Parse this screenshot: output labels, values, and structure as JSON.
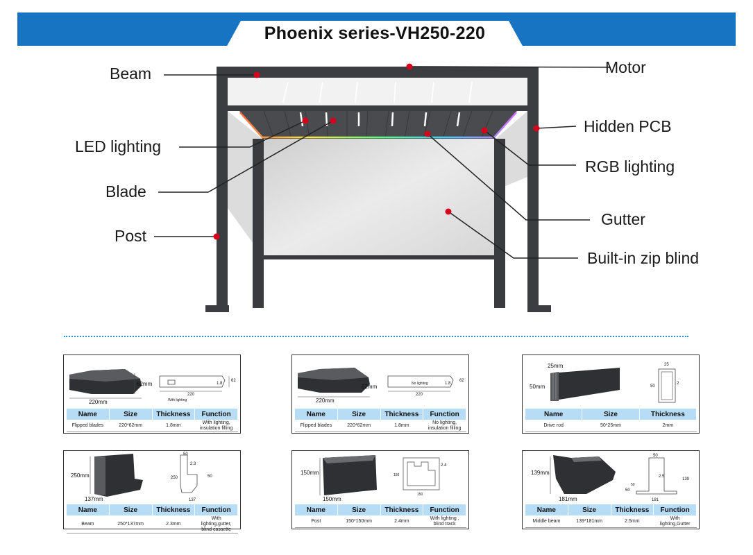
{
  "title": "Phoenix series-VH250-220",
  "callouts": {
    "beam": "Beam",
    "motor": "Motor",
    "led": "LED lighting",
    "pcb": "Hidden PCB",
    "rgb": "RGB lighting",
    "blade": "Blade",
    "gutter": "Gutter",
    "post": "Post",
    "blind": "Built-in zip blind"
  },
  "colors": {
    "banner": "#1774c2",
    "table_header": "#b7dcf6",
    "frame": "#3c3d40",
    "marker": "#d6001c"
  },
  "cards": [
    {
      "headers": [
        "Name",
        "Size",
        "Thickness",
        "Function"
      ],
      "row": [
        "Flipped blades",
        "220*62mm",
        "1.8mm",
        "With lighting,\ninsulation filling"
      ],
      "dims": {
        "width": "220mm",
        "height": "62mm",
        "section_w": "220",
        "section_h": "62",
        "thk": "1.8"
      },
      "note": "With lighting"
    },
    {
      "headers": [
        "Name",
        "Size",
        "Thickness",
        "Function"
      ],
      "row": [
        "Flipped blades",
        "220*62mm",
        "1.8mm",
        "No lighting,\ninsulation filling"
      ],
      "dims": {
        "width": "220mm",
        "height": "62mm",
        "section_w": "220",
        "section_h": "62",
        "thk": "1.8"
      },
      "note": "No lighting"
    },
    {
      "headers": [
        "Name",
        "Size",
        "Thickness"
      ],
      "row": [
        "Drive rod",
        "50*25mm",
        "2mm"
      ],
      "dims": {
        "width": "25mm",
        "height": "50mm",
        "section_w": "25",
        "section_h": "50",
        "thk": "2"
      }
    },
    {
      "headers": [
        "Name",
        "Size",
        "Thickness",
        "Function"
      ],
      "row": [
        "Beam",
        "250*137mm",
        "2.3mm",
        "With lighting,gutter,\nblind cassette"
      ],
      "dims": {
        "width": "137mm",
        "height": "250mm",
        "section_top": "50",
        "section_h": "250",
        "section_w": "137",
        "thk": "2.3",
        "side": "50"
      }
    },
    {
      "headers": [
        "Name",
        "Size",
        "Thickness",
        "Function"
      ],
      "row": [
        "Post",
        "150*150mm",
        "2.4mm",
        "With lighting ,\nblind track"
      ],
      "dims": {
        "width": "150mm",
        "height": "150mm",
        "section_w": "150",
        "section_h": "150",
        "thk": "2.4"
      }
    },
    {
      "headers": [
        "Name",
        "Size",
        "Thickness",
        "Function"
      ],
      "row": [
        "Middle beam",
        "139*181mm",
        "2.5mm",
        "With lighting,Gutter"
      ],
      "dims": {
        "width": "181mm",
        "height": "139mm",
        "section_top": "50",
        "section_h": "139",
        "section_w": "181",
        "thk": "2.5",
        "side_a": "50",
        "side_b": "50"
      }
    }
  ]
}
